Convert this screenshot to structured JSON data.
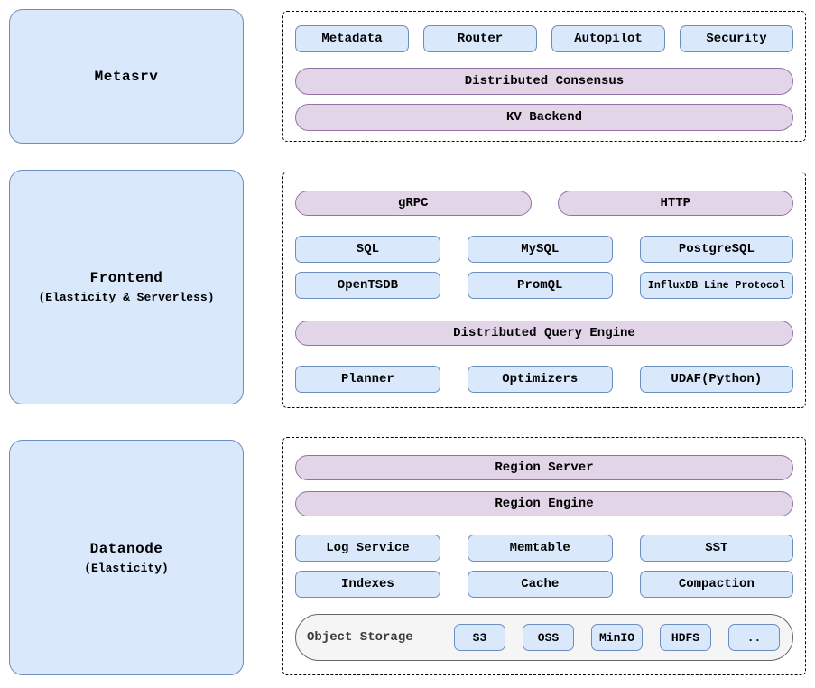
{
  "colors": {
    "box_blue_fill": "#dae8fc",
    "box_blue_border": "#6c8ebf",
    "pill_purple_fill": "#e1d5e7",
    "pill_purple_border": "#9673a6",
    "storage_fill": "#f5f5f5",
    "storage_border": "#666666",
    "container_border": "#000000",
    "background": "#ffffff"
  },
  "metasrv": {
    "title": "Metasrv",
    "components": [
      "Metadata",
      "Router",
      "Autopilot",
      "Security"
    ],
    "pills": [
      "Distributed Consensus",
      "KV Backend"
    ]
  },
  "frontend": {
    "title": "Frontend",
    "subtitle": "(Elasticity & Serverless)",
    "entry_pills": [
      "gRPC",
      "HTTP"
    ],
    "protocols_row1": [
      "SQL",
      "MySQL",
      "PostgreSQL"
    ],
    "protocols_row2": [
      "OpenTSDB",
      "PromQL",
      "InfluxDB Line Protocol"
    ],
    "engine_pill": "Distributed Query Engine",
    "engine_components": [
      "Planner",
      "Optimizers",
      "UDAF(Python)"
    ]
  },
  "datanode": {
    "title": "Datanode",
    "subtitle": "(Elasticity)",
    "pills": [
      "Region Server",
      "Region Engine"
    ],
    "components_row1": [
      "Log Service",
      "Memtable",
      "SST"
    ],
    "components_row2": [
      "Indexes",
      "Cache",
      "Compaction"
    ],
    "object_storage": {
      "label": "Object Storage",
      "providers": [
        "S3",
        "OSS",
        "MinIO",
        "HDFS",
        ".."
      ]
    }
  }
}
